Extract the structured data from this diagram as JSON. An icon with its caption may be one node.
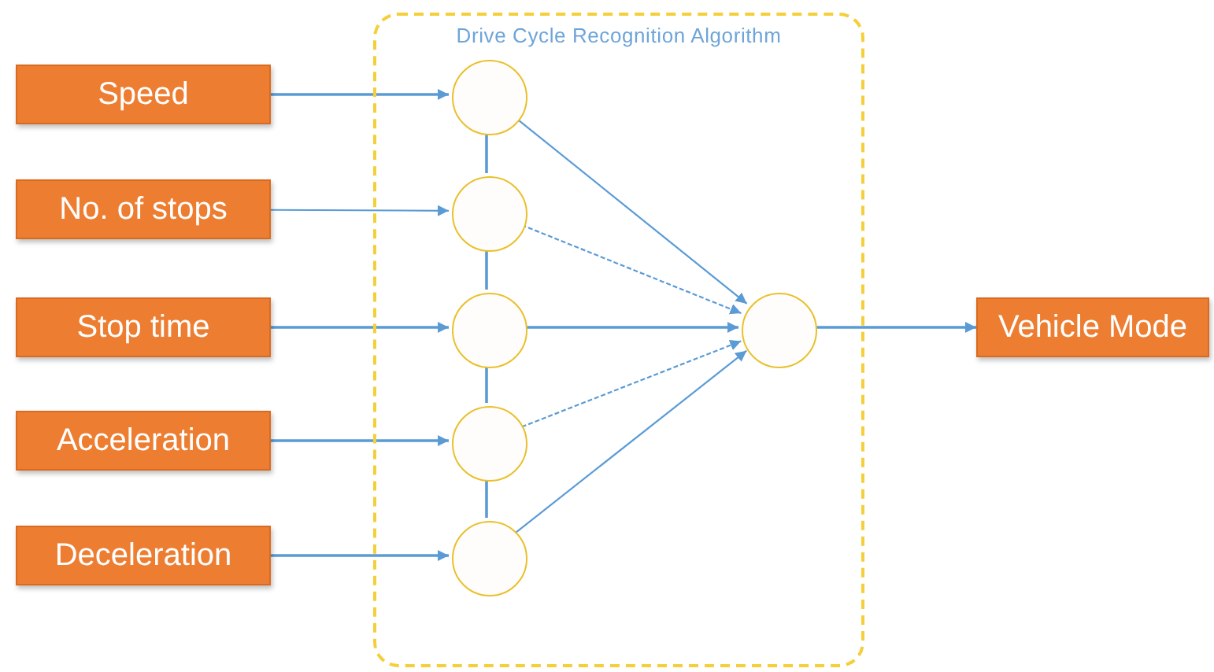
{
  "diagram": {
    "nodes": [
      {
        "text": [
          "Drive Cycle Recognition Algorithm"
        ]
      },
      {
        "text": [
          "Speed"
        ]
      },
      {
        "text": [
          "No. of stops"
        ]
      },
      {
        "text": [
          "Stop time"
        ]
      },
      {
        "text": [
          "Acceleration"
        ]
      },
      {
        "text": [
          "Deceleration"
        ]
      },
      {
        "text": [],
        "shape": "circle",
        "in": 0
      },
      {
        "text": [],
        "shape": "circle",
        "in": 0
      },
      {
        "text": [],
        "shape": "circle",
        "in": 0
      },
      {
        "text": [],
        "shape": "circle",
        "in": 0
      },
      {
        "text": [],
        "shape": "circle",
        "in": 0
      },
      {
        "text": [],
        "shape": "circle",
        "in": 0
      },
      {
        "text": [
          "Vehicle Mode"
        ]
      }
    ],
    "edges": [
      {
        "from": 1,
        "to": 6,
        "arrow": "to"
      },
      {
        "from": 2,
        "to": 7,
        "arrow": "to"
      },
      {
        "from": 3,
        "to": 8,
        "arrow": "to"
      },
      {
        "from": 4,
        "to": 9,
        "arrow": "to"
      },
      {
        "from": 5,
        "to": 10,
        "arrow": "to"
      },
      {
        "from": 6,
        "to": 7,
        "arrow": "none"
      },
      {
        "from": 7,
        "to": 8,
        "arrow": "none"
      },
      {
        "from": 8,
        "to": 9,
        "arrow": "none"
      },
      {
        "from": 9,
        "to": 10,
        "arrow": "none"
      },
      {
        "from": 6,
        "to": 11,
        "arrow": "to"
      },
      {
        "from": 7,
        "to": 11,
        "arrow": "to",
        "style": "dashed"
      },
      {
        "from": 8,
        "to": 11,
        "arrow": "to"
      },
      {
        "from": 9,
        "to": 11,
        "arrow": "to",
        "style": "dashed"
      },
      {
        "from": 10,
        "to": 11,
        "arrow": "to"
      },
      {
        "from": 11,
        "to": 12,
        "arrow": "to"
      }
    ]
  }
}
